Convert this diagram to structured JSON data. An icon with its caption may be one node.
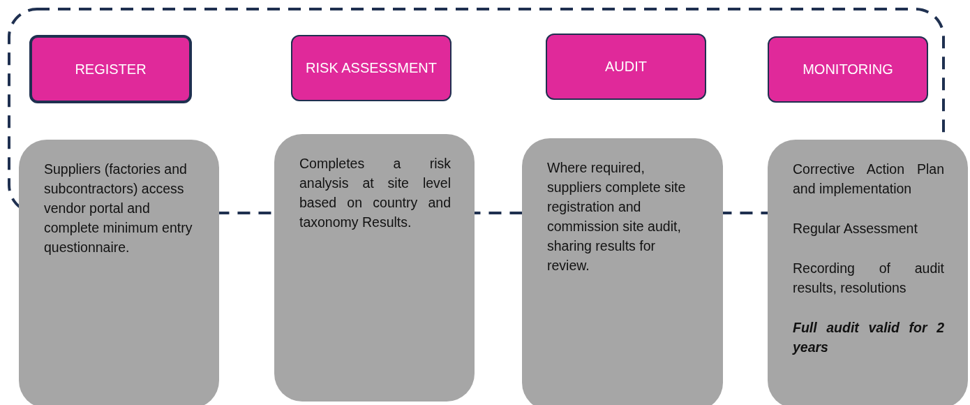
{
  "diagram": {
    "nodes": [
      {
        "text": [],
        "shape": "box"
      },
      {
        "text": [
          "REGISTER"
        ],
        "in": 0
      },
      {
        "text": [
          "RISK ASSESSMENT"
        ],
        "in": 0
      },
      {
        "text": [
          "AUDIT"
        ],
        "in": 0
      },
      {
        "text": [
          "MONITORING"
        ],
        "in": 0
      },
      {
        "text": [
          "Suppliers (factories and subcontractors) access vendor portal and complete minimum entry questionnaire."
        ]
      },
      {
        "text": [
          "Completes a risk analysis at site level based on country and taxonomy Results."
        ]
      },
      {
        "text": [
          "Where required, suppliers complete site registration and commission site audit, sharing results for review."
        ]
      },
      {
        "text": [
          "Corrective Action Plan and implementation",
          "Regular Assessment",
          "Recording of audit results, resolutions",
          "Full audit valid for 2 years"
        ]
      }
    ],
    "edges": []
  }
}
